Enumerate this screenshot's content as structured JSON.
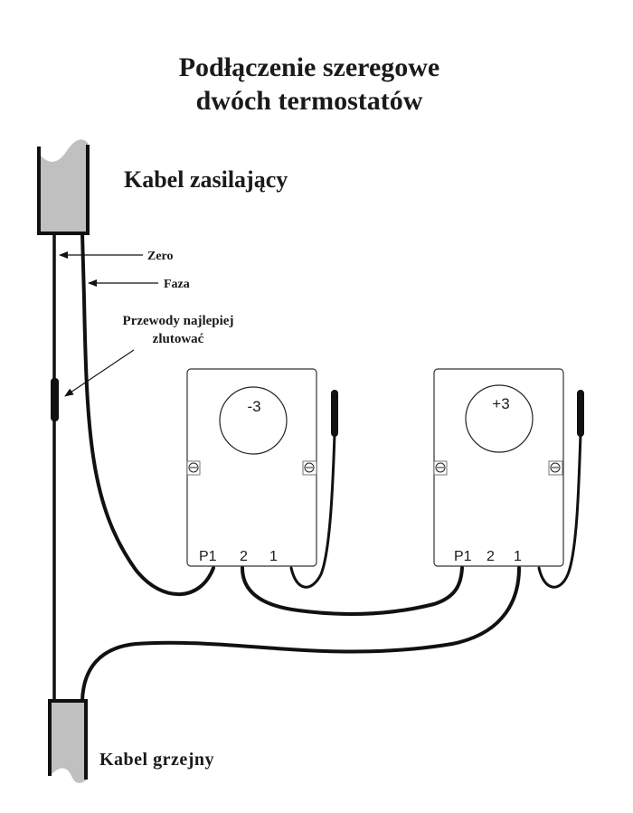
{
  "title": {
    "line1": "Podłączenie  szeregowe",
    "line2": "dwóch termostatów"
  },
  "labels": {
    "supply_cable": "Kabel  zasilający",
    "heating_cable": "Kabel  grzejny",
    "zero": "Zero",
    "phase": "Faza",
    "note_line1": "Przewody najlepiej",
    "note_line2": "zlutować"
  },
  "thermostats": [
    {
      "dial": "-3",
      "terminals": [
        "P1",
        "2",
        "1"
      ]
    },
    {
      "dial": "+3",
      "terminals": [
        "P1",
        "2",
        "1"
      ]
    }
  ],
  "colors": {
    "cable_fill": "#c0c0c0",
    "wire": "#111111",
    "background": "#ffffff"
  }
}
